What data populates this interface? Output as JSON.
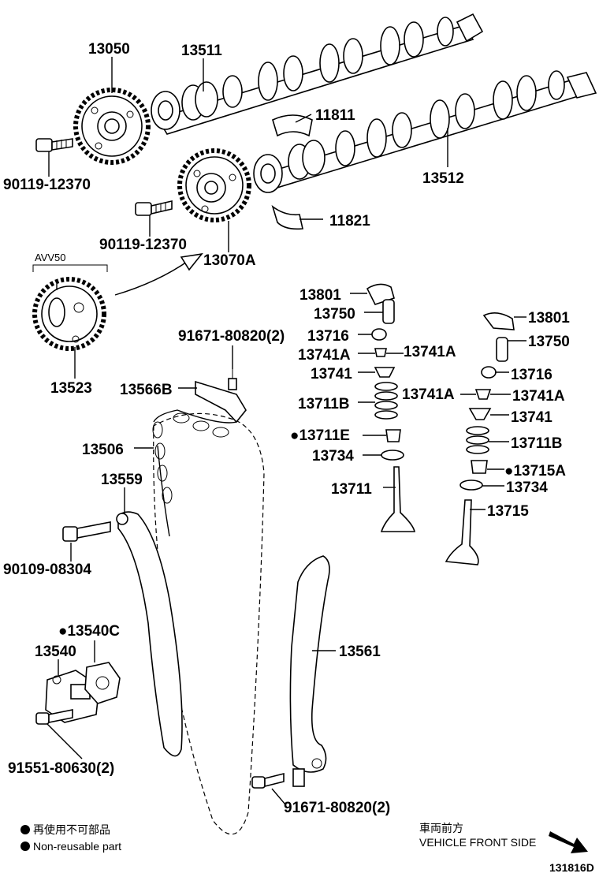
{
  "labels": {
    "p13050": "13050",
    "p13511": "13511",
    "p11811": "11811",
    "p90119a": "90119-12370",
    "p13512": "13512",
    "p11821": "11821",
    "p90119b": "90119-12370",
    "p13070a": "13070A",
    "avv50": "AVV50",
    "p13523": "13523",
    "p91671a": "91671-80820(2)",
    "p13566b": "13566B",
    "p13506": "13506",
    "p13559": "13559",
    "p90109": "90109-08304",
    "p13540c": "●13540C",
    "p13540": "13540",
    "p91551": "91551-80630(2)",
    "p13561": "13561",
    "p91671b": "91671-80820(2)",
    "p13801l": "13801",
    "p13750l": "13750",
    "p13716l": "13716",
    "p13741al": "13741A",
    "p13741al2": "13741A",
    "p13741l": "13741",
    "p13711bl": "13711B",
    "p13711e": "●13711E",
    "p13734l": "13734",
    "p13711": "13711",
    "p13801r": "13801",
    "p13750r": "13750",
    "p13716r": "13716",
    "p13741ar": "13741A",
    "p13741ar2": "13741A",
    "p13741r": "13741",
    "p13711br": "13711B",
    "p13715a": "●13715A",
    "p13734r": "13734",
    "p13715": "13715"
  },
  "legend": {
    "non_reusable_jp": "再使用不可部品",
    "non_reusable_en": "Non-reusable part"
  },
  "direction": {
    "jp": "車両前方",
    "en": "VEHICLE FRONT SIDE"
  },
  "figure_id": "131816D"
}
